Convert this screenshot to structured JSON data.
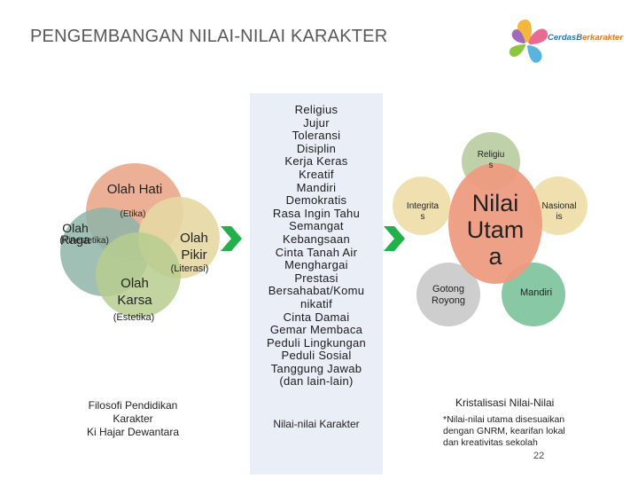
{
  "title": "PENGEMBANGAN NILAI-NILAI KARAKTER",
  "logo": {
    "part1": "CerdasB",
    "part2": "erkarakter"
  },
  "left": {
    "olah_hati": "Olah Hati",
    "etika": "(Etika)",
    "olah_raga": "Olah Raga",
    "kinestetika": "(Kinestetika)",
    "olah_pikir": "Olah Pikir",
    "literasi": "(Literasi)",
    "olah_karsa": "Olah Karsa",
    "estetika": "(Estetika)",
    "caption": [
      "Filosofi Pendidikan",
      "Karakter",
      "Ki Hajar Dewantara"
    ]
  },
  "middle": {
    "values": [
      "Religius",
      "Jujur",
      "Toleransi",
      "Disiplin",
      "Kerja Keras",
      "Kreatif",
      "Mandiri",
      "Demokratis",
      "Rasa Ingin Tahu",
      "Semangat",
      "Kebangsaan",
      "Cinta Tanah Air",
      "Menghargai",
      "Prestasi",
      "Bersahabat/Komu",
      "nikatif",
      "Cinta Damai",
      "Gemar Membaca",
      "Peduli Lingkungan",
      "Peduli Sosial",
      "Tanggung Jawab",
      "(dan lain-lain)"
    ],
    "caption": "Nilai-nilai Karakter"
  },
  "right": {
    "center": [
      "Nilai",
      "Utam",
      "a"
    ],
    "religius": [
      "Religiu",
      "s"
    ],
    "integritas": [
      "Integrita",
      "s"
    ],
    "nasionalis": [
      "Nasional",
      "is"
    ],
    "gotong_royong": [
      "Gotong",
      "Royong"
    ],
    "mandiri": "Mandiri",
    "caption_title": "Kristalisasi Nilai-Nilai",
    "caption_note": [
      "*Nilai-nilai utama disesuaikan",
      "dengan GNRM, kearifan lokal",
      "dan kreativitas sekolah"
    ]
  },
  "page_number": "22",
  "colors": {
    "olah_hati": "#e9a78a",
    "olah_raga": "#8fb4a8",
    "olah_pikir": "#e6d8a4",
    "olah_karsa": "#b7cc8f",
    "nilai_utama": "#ee9a7e",
    "religius": "#b7cca0",
    "integritas": "#f0dda6",
    "nasionalis": "#f0dda6",
    "gotong_royong": "#c9c9c9",
    "mandiri": "#7cc29a",
    "arrow": "#22b04a",
    "panel": "#e9eef7"
  }
}
